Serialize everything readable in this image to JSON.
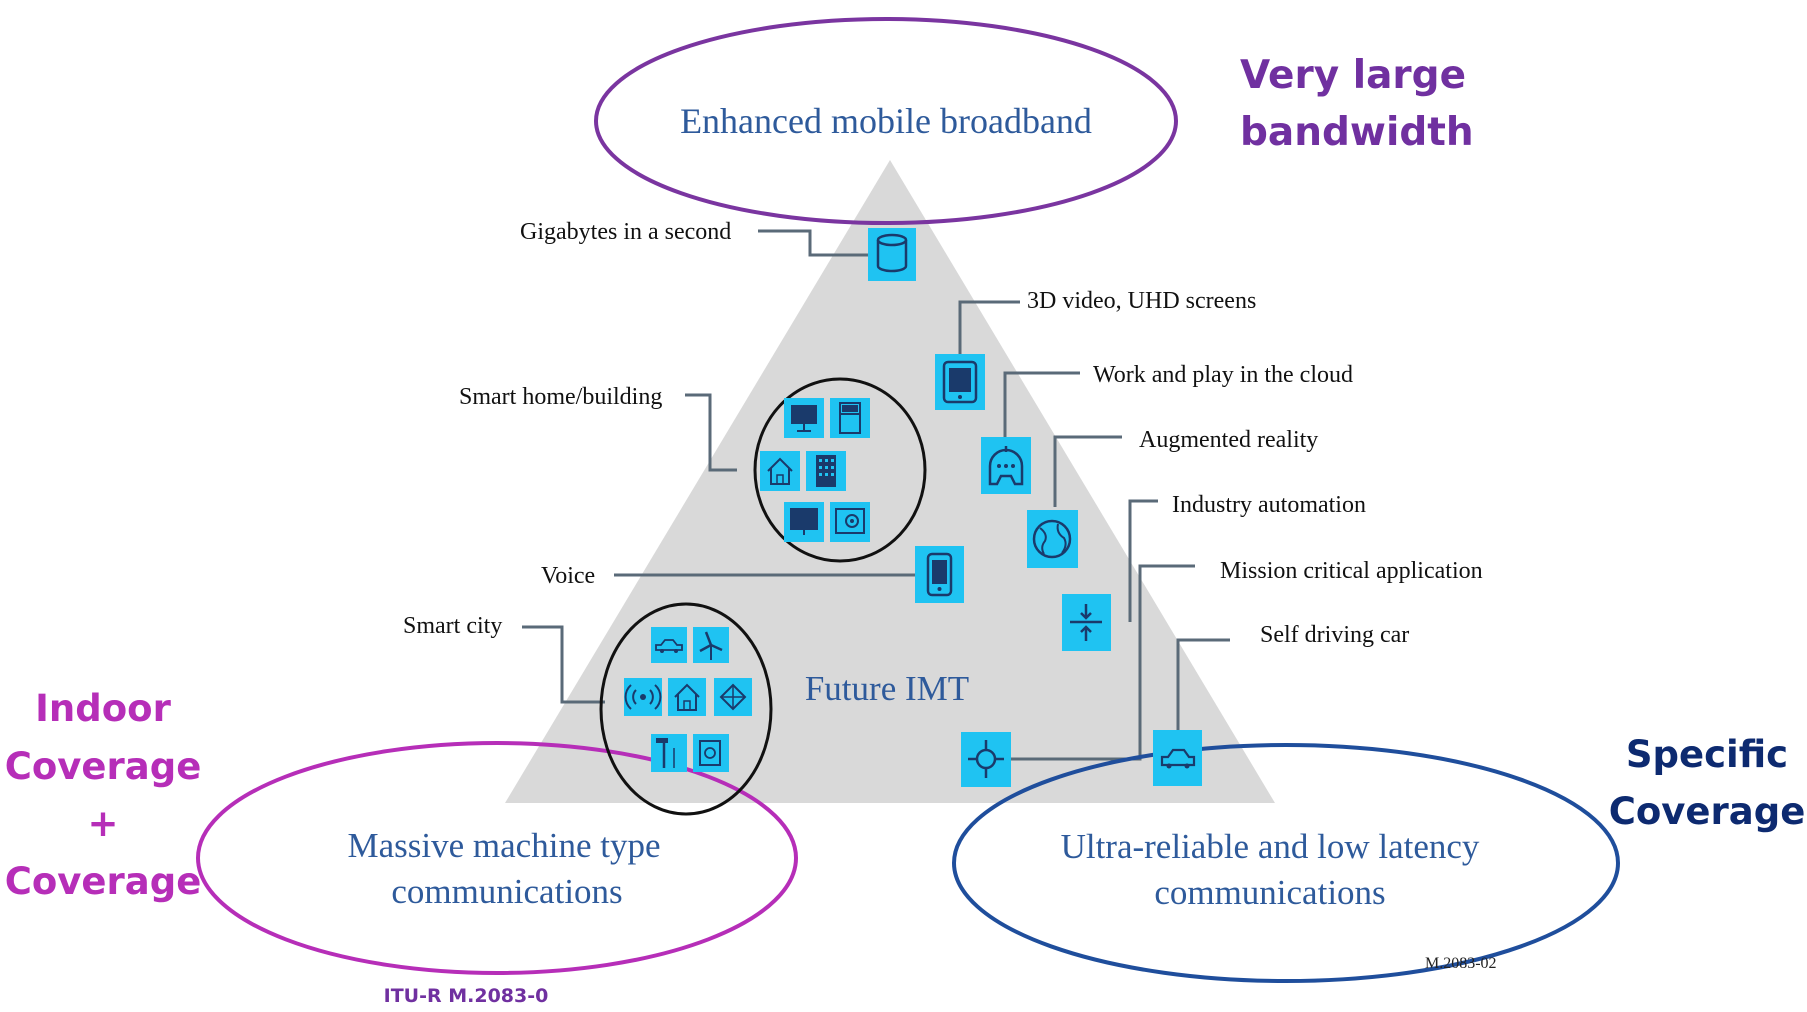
{
  "usage_scenarios": {
    "embb": "Enhanced mobile broadband",
    "mmtc_line1": "Massive machine type",
    "mmtc_line2": "communications",
    "urllc_line1": "Ultra-reliable and low latency",
    "urllc_line2": "communications",
    "center": "Future IMT"
  },
  "applications": {
    "gigabytes": "Gigabytes in a second",
    "video_3d": "3D video, UHD screens",
    "cloud": "Work and play in the cloud",
    "ar": "Augmented reality",
    "industry": "Industry automation",
    "mission": "Mission critical application",
    "self_driving": "Self driving car",
    "smart_home": "Smart home/building",
    "voice": "Voice",
    "smart_city": "Smart city"
  },
  "annotations": {
    "bandwidth_line1": "Very large",
    "bandwidth_line2": "bandwidth",
    "indoor_line1": "Indoor",
    "indoor_line2": "Coverage",
    "indoor_plus": "+",
    "indoor_line3": "Coverage",
    "specific_line1": "Specific",
    "specific_line2": "Coverage"
  },
  "figure_id": "M.2083-02",
  "source": "ITU-R  M.2083-0",
  "icons": [
    "database-icon",
    "tablet-icon",
    "gamepad-icon",
    "globe-icon",
    "industry-arrows-icon",
    "network-node-icon",
    "car-icon",
    "monitor-icon",
    "fridge-icon",
    "home-icon",
    "building-icon",
    "screen-icon",
    "safe-icon",
    "phone-icon",
    "city-car-icon",
    "windmill-icon",
    "wireless-icon",
    "city-home-icon",
    "grid-icon",
    "streetlight-icon",
    "meter-icon"
  ],
  "colors": {
    "triangle": "#d9d9d9",
    "icon_box": "#1fc3f2",
    "icon_stroke": "#1a3a6b",
    "scenario_text": "#2e5a9b",
    "purple": "#7030a0",
    "magenta": "#b62eb8",
    "navy": "#0d2a70",
    "ellipse_purple": "#7a35a0",
    "ellipse_magenta": "#b62eb8",
    "ellipse_blue": "#1f4e9c",
    "leader": "#5a6a78"
  }
}
